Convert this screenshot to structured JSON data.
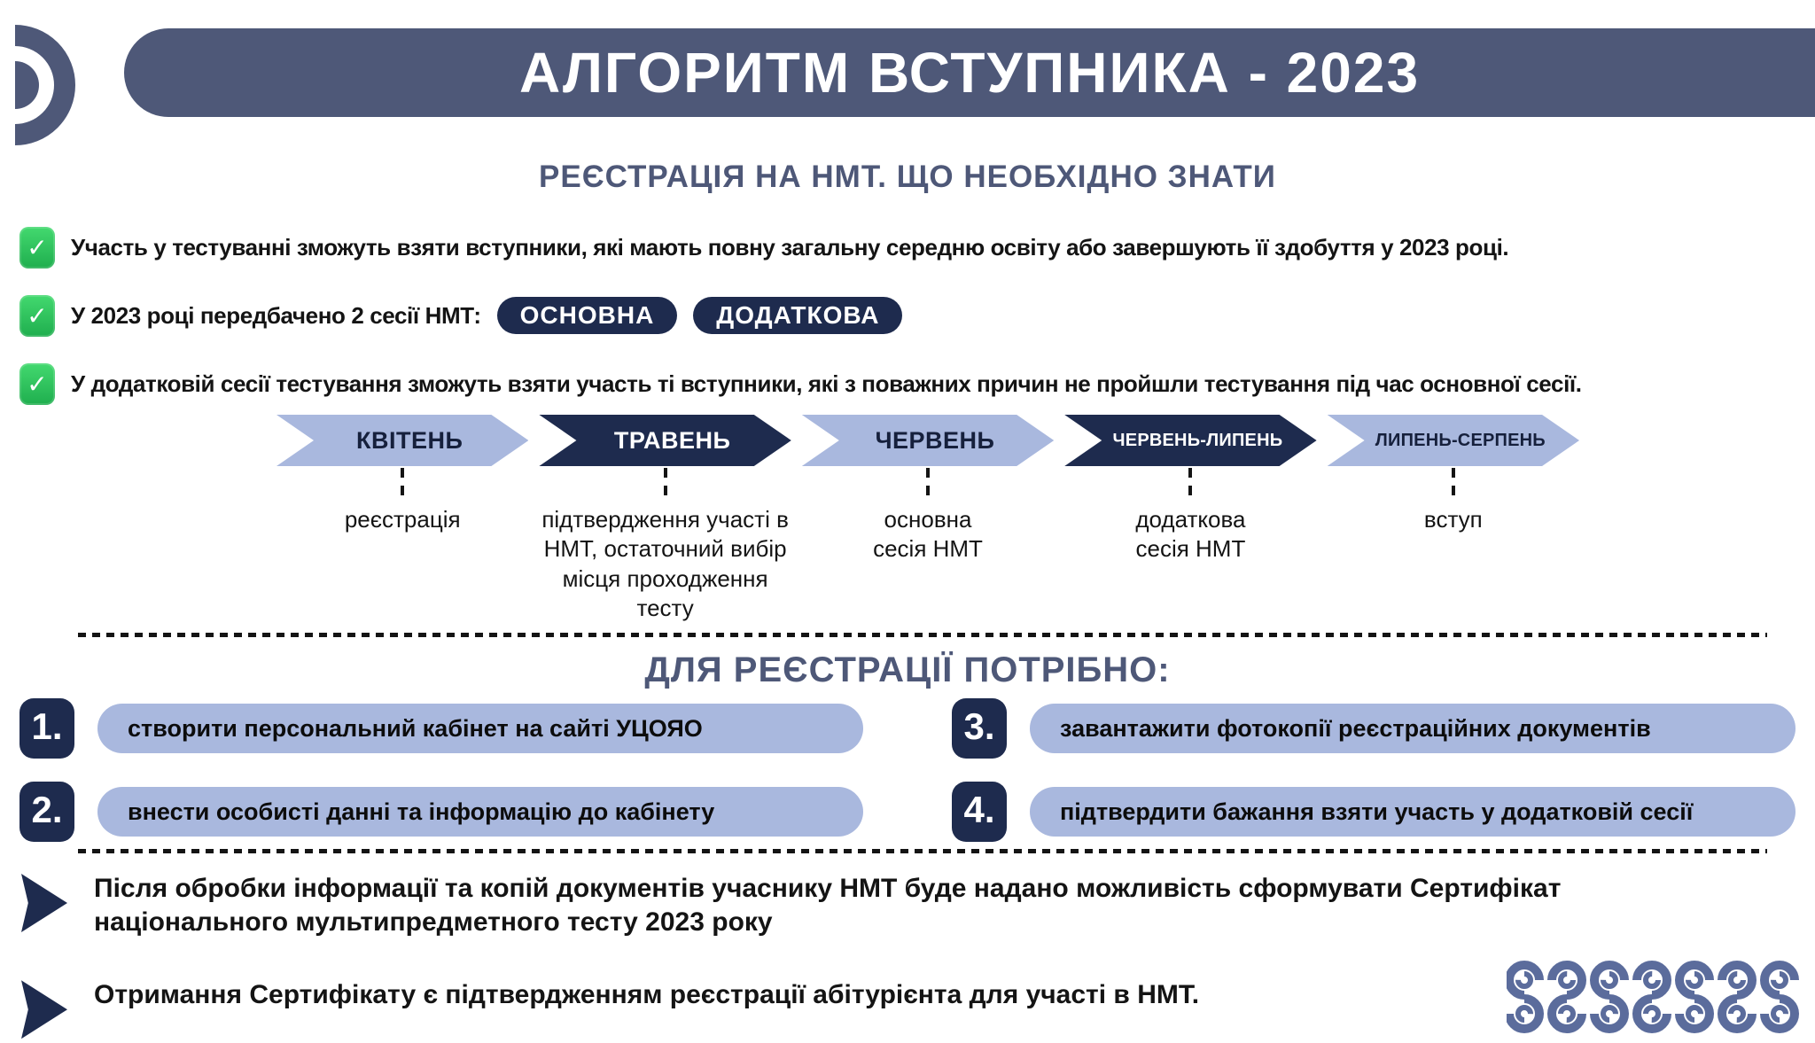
{
  "header": {
    "title": "АЛГОРИТМ ВСТУПНИКА - 2023"
  },
  "subtitle": "РЕЄСТРАЦІЯ НА НМТ. ЩО НЕОБХІДНО ЗНАТИ",
  "icons": {
    "check_glyph": "✓",
    "check_name": "check-icon",
    "arrow_name": "arrow-right-icon",
    "logo_name": "ucoyao-arc-logo"
  },
  "colors": {
    "slate": "#4e5878",
    "navy": "#1e2b4e",
    "light_blue": "#a9b8de",
    "green": "#2ebd5d",
    "text": "#141414"
  },
  "bullets": [
    {
      "segments": [
        {
          "text": "Участь у тестуванні зможуть взяти вступники, які мають повну загальну середню освіту або завершують її здобуття у 2023 році.",
          "bold": false
        }
      ],
      "badges": []
    },
    {
      "segments": [
        {
          "text": "У 2023 році передбачено ",
          "bold": false
        },
        {
          "text": "2 сесії НМТ:",
          "bold": true
        }
      ],
      "badges": [
        "ОСНОВНА",
        "ДОДАТКОВА"
      ]
    },
    {
      "segments": [
        {
          "text": "У ",
          "bold": false
        },
        {
          "text": "додатковій",
          "bold": true
        },
        {
          "text": " сесії тестування зможуть взяти участь ті вступники, які з поважних причин не пройшли тестування під час основної сесії.",
          "bold": false
        }
      ],
      "badges": []
    }
  ],
  "timeline": [
    {
      "month": "КВІТЕНЬ",
      "variant": "light",
      "label": "реєстрація"
    },
    {
      "month": "ТРАВЕНЬ",
      "variant": "dark",
      "label": "підтвердження участі в\nНМТ, остаточний вибір\nмісця проходження тесту"
    },
    {
      "month": "ЧЕРВЕНЬ",
      "variant": "light",
      "label": "основна\nсесія НМТ"
    },
    {
      "month": "ЧЕРВЕНЬ-ЛИПЕНЬ",
      "variant": "dark",
      "label": "додаткова\nсесія НМТ"
    },
    {
      "month": "ЛИПЕНЬ-СЕРПЕНЬ",
      "variant": "light",
      "label": "вступ"
    }
  ],
  "registration": {
    "heading": "ДЛЯ РЕЄСТРАЦІЇ ПОТРІБНО:",
    "steps": [
      {
        "number": "1.",
        "text": "створити персональний кабінет на сайті УЦОЯО"
      },
      {
        "number": "2.",
        "text": "внести особисті данні та інформацію до кабінету"
      },
      {
        "number": "3.",
        "text": "завантажити фотокопії реєстраційних документів"
      },
      {
        "number": "4.",
        "text": "підтвердити бажання взяти участь у додатковій сесії"
      }
    ]
  },
  "notes": [
    "Після обробки інформації та копій документів учаснику НМТ буде надано можливість сформувати Сертифікат національного мультипредметного тесту 2023 року",
    "Отримання Сертифікату є підтвердженням реєстрації абітурієнта для участі в НМТ."
  ]
}
